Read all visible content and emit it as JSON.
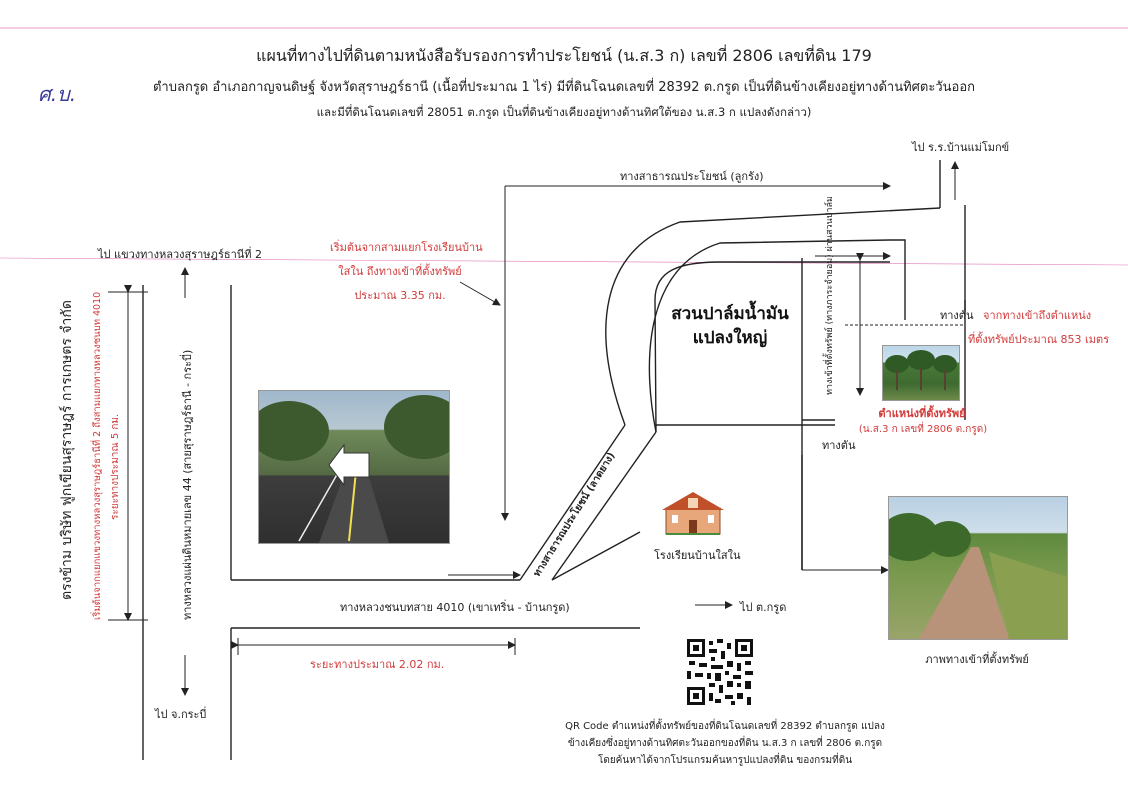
{
  "header": {
    "line1": "แผนที่ทางไปที่ดินตามหนังสือรับรองการทำประโยชน์ (น.ส.3 ก) เลขที่ 2806 เลขที่ดิน 179",
    "line2": "ตำบลกรูด อำเภอกาญจนดิษฐ์ จังหวัดสุราษฎร์ธานี (เนื้อที่ประมาณ 1 ไร่) มีที่ดินโฉนดเลขที่ 28392 ต.กรูด เป็นที่ดินข้างเคียงอยู่ทางด้านทิศตะวันออก",
    "line3": "และมีที่ดินโฉนดเลขที่ 28051 ต.กรูด เป็นที่ดินข้างเคียงอยู่ทางด้านทิศใต้ของ น.ส.3 ก แปลงดังกล่าว)"
  },
  "handwritten_mark": "ศ.บ.",
  "labels": {
    "to_school_north": "ไป ร.ร.บ้านแม่โมกข์",
    "public_road_top": "ทางสาธารณประโยชน์ (ลูกรัง)",
    "to_highway_2": "ไป แขวงทางหลวงสุราษฎร์ธานีที่ 2",
    "start_line1": "เริ่มต้นจากสามแยกโรงเรียนบ้าน",
    "start_line2": "ใสใน ถึงทางเข้าที่ตั้งทรัพย์",
    "start_line3": "ประมาณ 3.35 กม.",
    "palm_line1": "สวนปาล์มน้ำมัน",
    "palm_line2": "แปลงใหญ่",
    "dead_end_1": "ทางตัน",
    "dead_end_2": "ทางตัน",
    "entry_line1": "จากทางเข้าถึงตำแหน่ง",
    "entry_line2": "ที่ตั้งทรัพย์ประมาณ 853 เมตร",
    "property_location": "ตำแหน่งที่ตั้งทรัพย์",
    "property_doc": "(น.ส.3 ก เลขที่ 2806 ต.กรูด)",
    "school_name": "โรงเรียนบ้านใสใน",
    "highway_4010": "ทางหลวงชนบทสาย 4010 (เขาเทริ่น - บ้านกรูด)",
    "to_krud": "ไป ต.กรูด",
    "distance_202": "ระยะทางประมาณ 2.02 กม.",
    "to_krabi": "ไป จ.กระบี่",
    "highway_44": "ทางหลวงแผ่นดินหมายเลข 44 (สายสุราษฎร์ธานี - กระบี่)",
    "company_name": "ตรงข้าม บริษัท ฟูกเขียนสุราษฎร์ การเกษตร จำกัด",
    "start_left_line1": "เริ่มต้นจากแยกแขวงทางหลวงสุราษฎร์ธานีที่ 2 ถึงสามแยกทางหลวงชนบท 4010",
    "start_left_line2": "ระยะทางประมาณ 5 กม.",
    "diagonal_road": "ทางสาธารณประโยชน์ (ลาดยาง)",
    "driveway_label": "ทางเข้าที่ตั้งทรัพย์ (ทางภาระจำยอม) ผ่านสวนปาล์ม",
    "access_photo_caption": "ภาพทางเข้าที่ตั้งทรัพย์",
    "qr_line1": "QR Code ตำแหน่งที่ตั้งทรัพย์ของที่ดินโฉนดเลขที่ 28392 ตำบลกรูด แปลง",
    "qr_line2": "ข้างเคียงซึ่งอยู่ทางด้านทิศตะวันออกของที่ดิน น.ส.3 ก เลขที่ 2806 ต.กรูด",
    "qr_line3": "โดยค้นหาได้จากโปรแกรมค้นหารูปแปลงที่ดิน ของกรมที่ดิน"
  },
  "colors": {
    "road_line": "#222222",
    "red_text": "#d23b3b",
    "guide_line": "#e07ab6"
  }
}
